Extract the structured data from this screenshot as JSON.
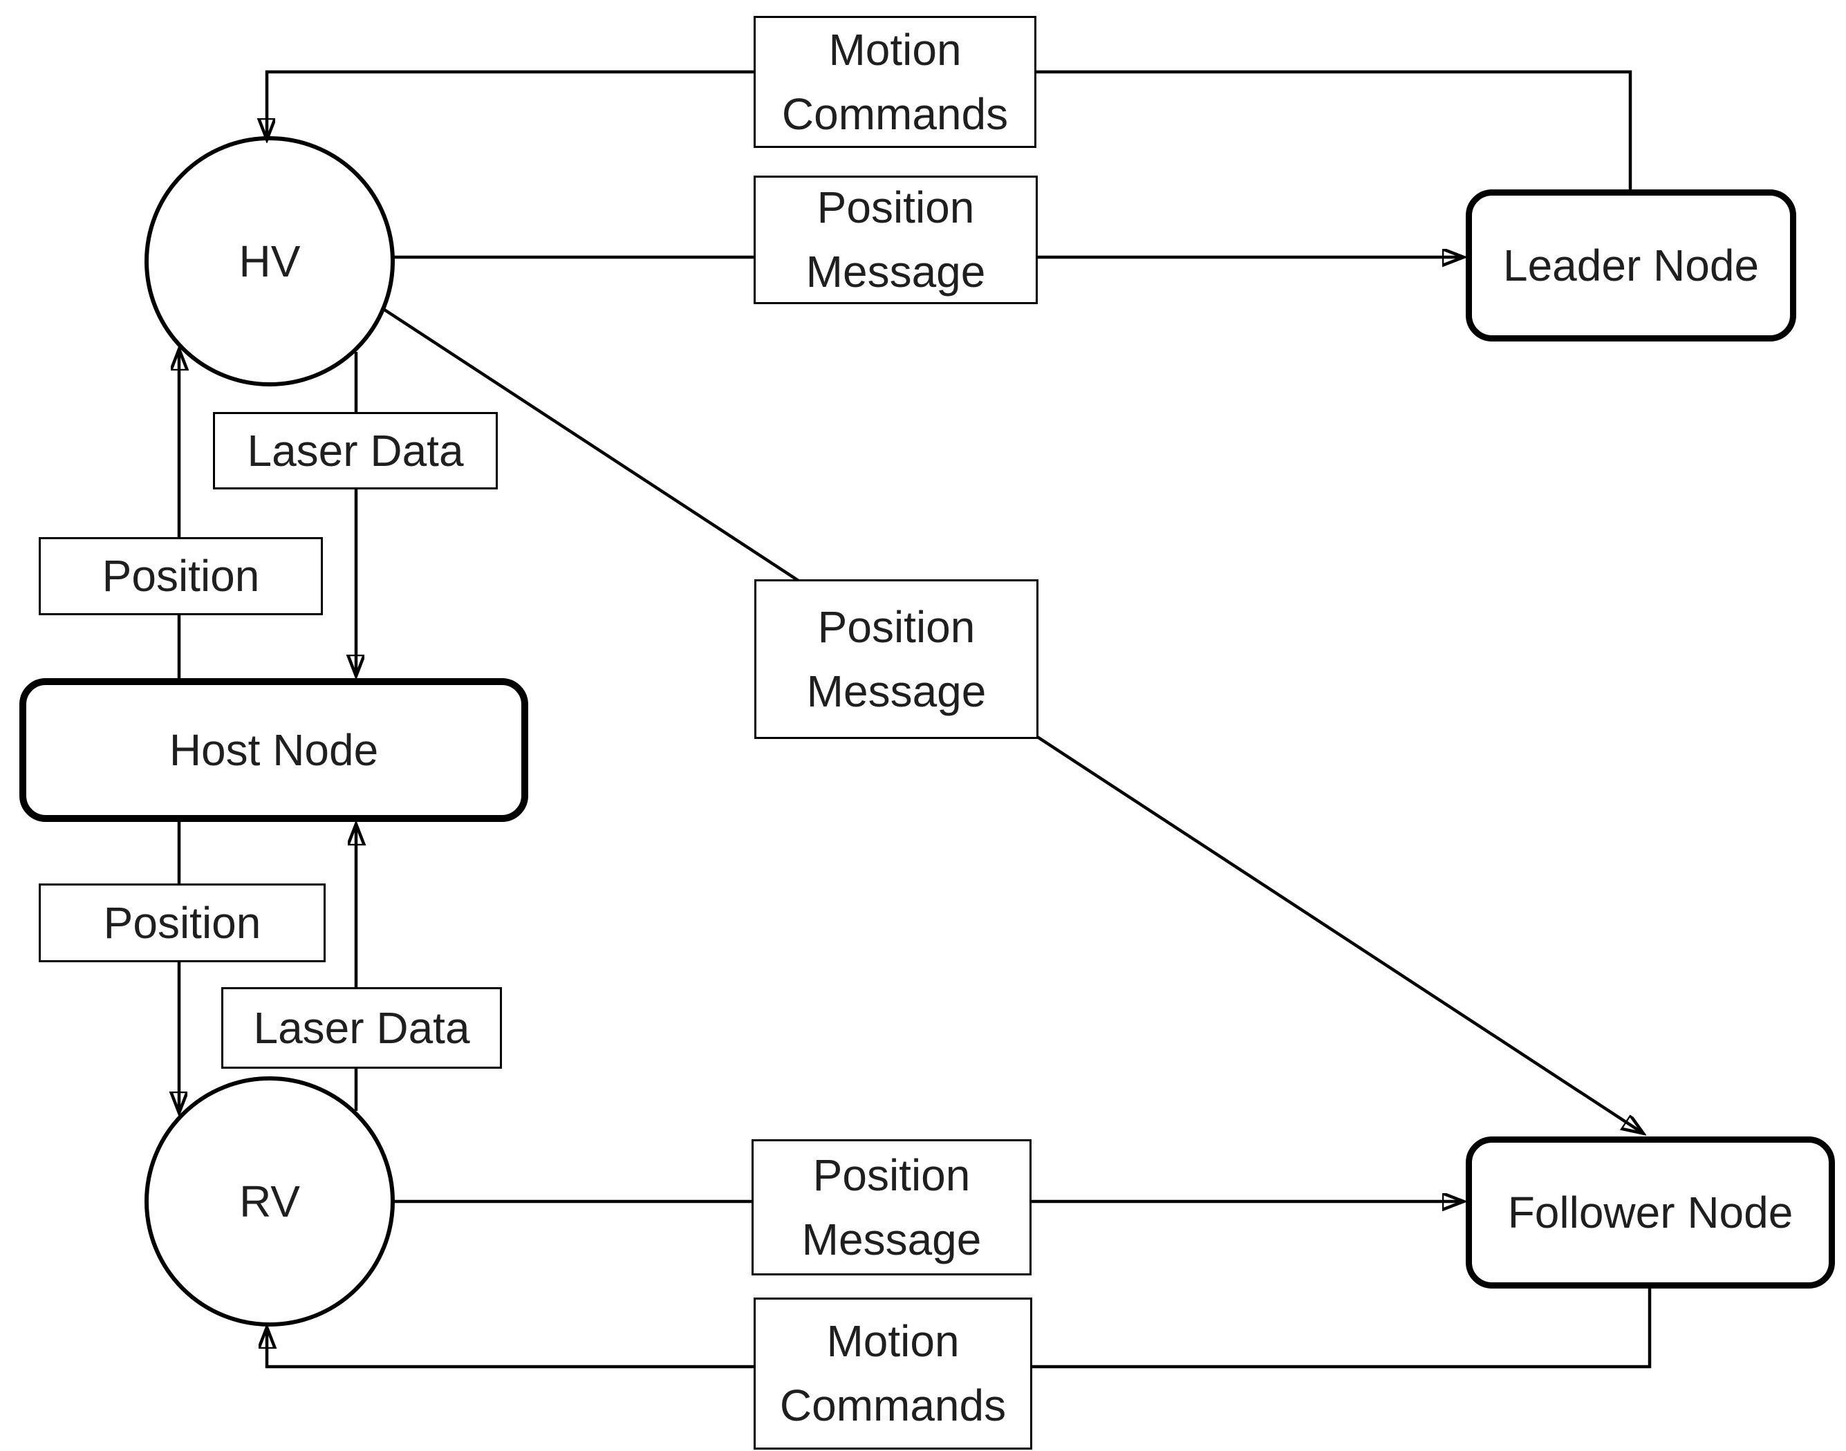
{
  "nodes": {
    "hv": {
      "label": "HV"
    },
    "rv": {
      "label": "RV"
    },
    "host": {
      "label": "Host Node"
    },
    "leader": {
      "label": "Leader Node"
    },
    "follower": {
      "label": "Follower Node"
    }
  },
  "labels": {
    "motion_commands_top": {
      "lines": [
        "Motion",
        "Commands"
      ]
    },
    "position_message_top": {
      "lines": [
        "Position",
        "Message"
      ]
    },
    "laser_data_top": {
      "text": "Laser Data"
    },
    "position_top": {
      "text": "Position"
    },
    "position_message_middle": {
      "lines": [
        "Position",
        "Message"
      ]
    },
    "position_bottom": {
      "text": "Position"
    },
    "laser_data_bottom": {
      "text": "Laser Data"
    },
    "position_message_bottom": {
      "lines": [
        "Position",
        "Message"
      ]
    },
    "motion_commands_bottom": {
      "lines": [
        "Motion",
        "Commands"
      ]
    }
  },
  "colors": {
    "line": "#000000",
    "border": "#000000",
    "background": "#ffffff",
    "text": "#1f1f1f"
  }
}
